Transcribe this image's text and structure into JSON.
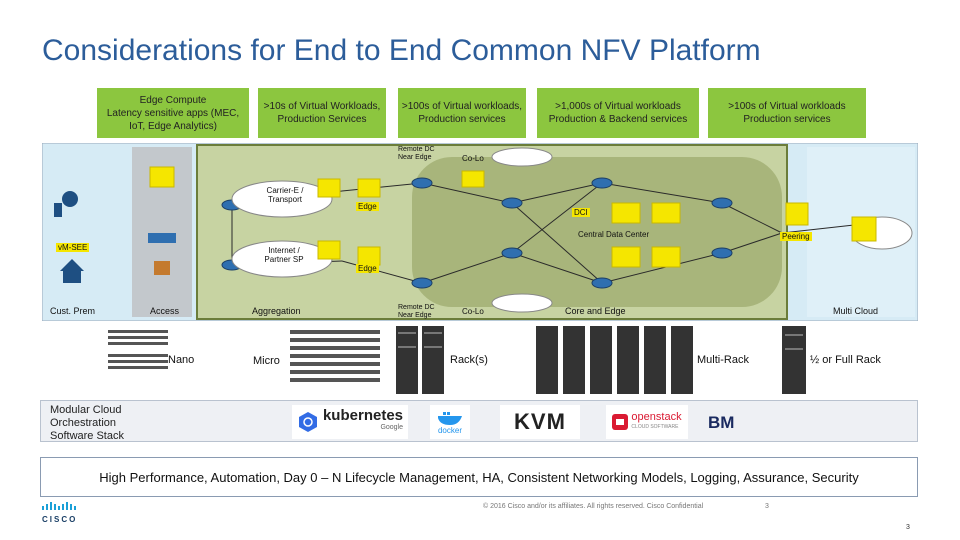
{
  "title": "Considerations for End to End Common NFV Platform",
  "green_boxes": [
    {
      "text": "Edge Compute\nLatency sensitive apps (MEC, IoT, Edge Analytics)"
    },
    {
      "text": ">10s of Virtual Workloads, Production Services"
    },
    {
      "text": ">100s of Virtual workloads, Production services"
    },
    {
      "text": ">1,000s of Virtual workloads Production & Backend services"
    },
    {
      "text": ">100s of Virtual workloads Production services"
    }
  ],
  "diagram": {
    "regions": {
      "cust_prem": "Cust. Prem",
      "access": "Access",
      "aggregation": "Aggregation",
      "core_edge": "Core and Edge",
      "multi_cloud": "Multi Cloud"
    },
    "clouds": {
      "carrier": "Carrier-E / Transport",
      "internet": "Internet / Partner SP"
    },
    "sites": {
      "remote_dc_top": "Remote DC Near Edge",
      "colo_top": "Co-Lo",
      "remote_dc_bottom": "Remote DC Near Edge",
      "colo_bottom": "Co-Lo",
      "central_dc": "Central Data Center"
    },
    "tags": {
      "vmsee": "vM-SEE",
      "edge_top": "Edge",
      "edge_bottom": "Edge",
      "dci": "DCI",
      "peering": "Peering"
    },
    "colors": {
      "accent_green": "#8cc63f",
      "panel_blue": "#d6ebf5",
      "core_green": "#b6c18a",
      "yellow": "#f5e600"
    }
  },
  "server_labels": {
    "nano": "Nano",
    "micro": "Micro",
    "rack": "Rack(s)",
    "multi_rack": "Multi-Rack",
    "half_rack": "½ or Full Rack"
  },
  "stack": {
    "label": "Modular Cloud\nOrchestration\nSoftware Stack",
    "logos": {
      "kubernetes": "kubernetes",
      "kubernetes_sub": "Google",
      "docker": "docker",
      "kvm": "KVM",
      "openstack": "openstack",
      "openstack_sub": "CLOUD SOFTWARE",
      "bm": "BM"
    }
  },
  "hp_banner": "High Performance, Automation, Day 0 – N Lifecycle Management, HA, Consistent Networking Models, Logging, Assurance, Security",
  "footer": {
    "copyright": "© 2016 Cisco and/or its affiliates. All rights reserved. Cisco Confidential",
    "slide_inner": "3",
    "page": "3",
    "brand": "cisco"
  }
}
